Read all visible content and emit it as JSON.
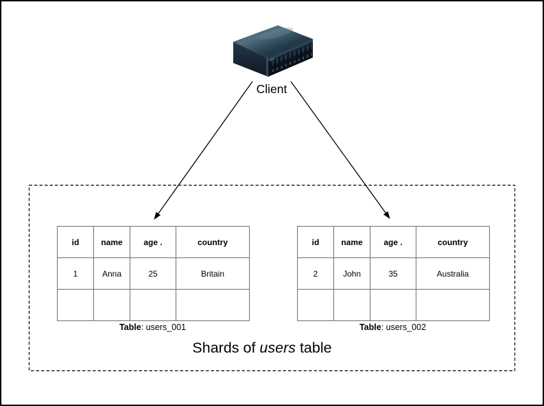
{
  "diagram": {
    "client_label": "Client",
    "title": {
      "prefix": "Shards of ",
      "emphasis": "users",
      "suffix": " table"
    }
  },
  "shards": [
    {
      "headers": [
        "id",
        "name",
        "age .",
        "country"
      ],
      "rows": [
        [
          "1",
          "Anna",
          "25",
          "Britain"
        ],
        [
          "",
          "",
          "",
          ""
        ]
      ],
      "caption": {
        "label": "Table",
        "value": ": users_001"
      }
    },
    {
      "headers": [
        "id",
        "name",
        "age .",
        "country"
      ],
      "rows": [
        [
          "2",
          "John",
          "35",
          "Australia"
        ],
        [
          "",
          "",
          "",
          ""
        ]
      ],
      "caption": {
        "label": "Table",
        "value": ": users_002"
      }
    }
  ],
  "colors": {
    "background": "#ffffff",
    "line": "#000000",
    "table_grid": "#6e6e6e",
    "server_body_dark": "#131f2b",
    "server_body_mid": "#2b4152",
    "server_top_light": "#4b6577",
    "server_led": "#3fd9c0"
  }
}
